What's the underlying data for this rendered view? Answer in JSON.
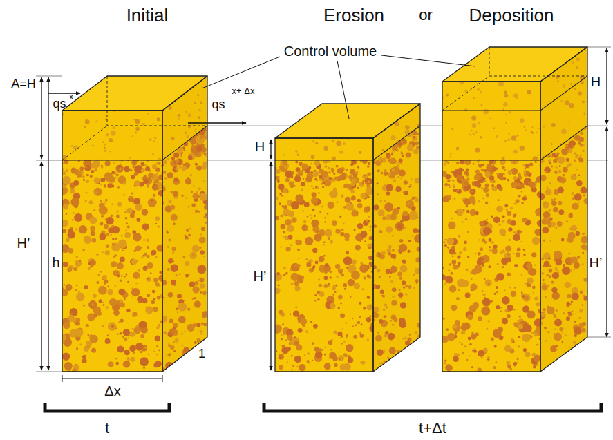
{
  "diagram": {
    "labels": [
      "Initial",
      "Erosion",
      "or",
      "Deposition",
      "Control volume",
      "A=H",
      "qs",
      "x",
      "qs",
      "x+ Δx",
      "h",
      "H’",
      "H",
      "H’",
      "H",
      "H’",
      "Δx",
      "1",
      "t",
      "t+Δt"
    ]
  }
}
